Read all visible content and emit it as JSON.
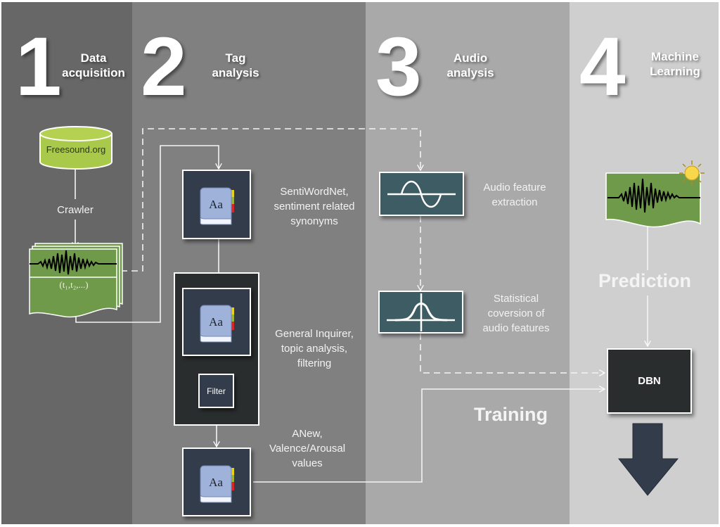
{
  "sections": [
    {
      "number": "1",
      "title_line1": "Data",
      "title_line2": "acquisition"
    },
    {
      "number": "2",
      "title_line1": "Tag",
      "title_line2": "analysis"
    },
    {
      "number": "3",
      "title_line1": "Audio",
      "title_line2": "analysis"
    },
    {
      "number": "4",
      "title_line1": "Machine",
      "title_line2": "Learning"
    }
  ],
  "data_acquisition": {
    "database_label": "Freesound.org",
    "crawler_label": "Crawler",
    "document_label": "(t₁,t₂,...)"
  },
  "tag_analysis": {
    "dict1_icon_text": "Aa",
    "dict2_icon_text": "Aa",
    "dict3_icon_text": "Aa",
    "dict1_desc": [
      "SentiWordNet,",
      "sentiment related",
      "synonyms"
    ],
    "dict2_desc": [
      "General Inquirer,",
      "topic analysis,",
      "filtering"
    ],
    "filter_label": "Filter",
    "dict3_desc": [
      "ANew,",
      "Valence/Arousal",
      "values"
    ]
  },
  "audio_analysis": {
    "feature_desc": [
      "Audio feature",
      "extraction"
    ],
    "stat_desc": [
      "Statistical",
      "coversion of",
      "audio features"
    ]
  },
  "machine_learning": {
    "prediction_label": "Prediction",
    "training_label": "Training",
    "model_label": "DBN"
  },
  "colors": {
    "col1": "#676767",
    "col2": "#808080",
    "col3": "#a9a9a9",
    "col4": "#cfcfcf",
    "db_green": "#a9c94a",
    "doc_green": "#6f9a49",
    "dict_bg": "#323c4b",
    "audio_bg": "#3e5c63",
    "dbn_bg": "#2a2d2e",
    "arrow_bg": "#323c4b"
  }
}
